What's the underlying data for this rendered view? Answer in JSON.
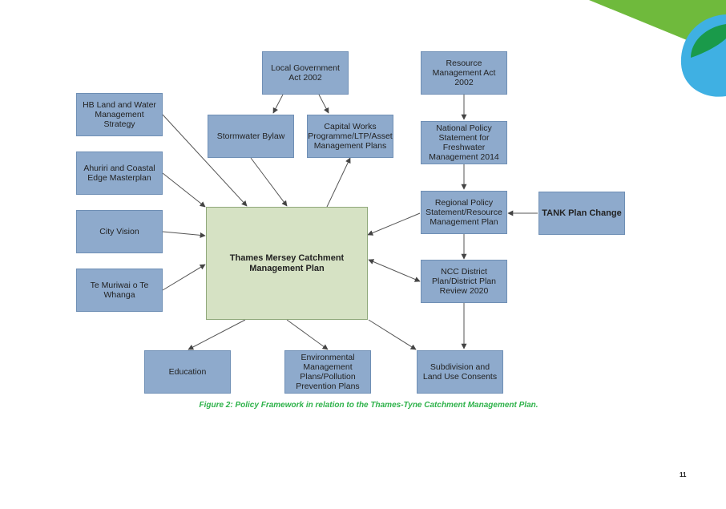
{
  "diagram": {
    "nodes": [
      {
        "id": "lga",
        "label": "Local Government Act 2002"
      },
      {
        "id": "rma",
        "label": "Resource Management Act 2002"
      },
      {
        "id": "hb",
        "label": "HB Land and Water Management Strategy"
      },
      {
        "id": "storm",
        "label": "Stormwater Bylaw"
      },
      {
        "id": "capital",
        "label": "Capital Works Programme/LTP/Asset Management Plans"
      },
      {
        "id": "nps",
        "label": "National Policy Statement for Freshwater Management 2014"
      },
      {
        "id": "ahuriri",
        "label": "Ahuriri and Coastal Edge Masterplan"
      },
      {
        "id": "rps",
        "label": "Regional Policy Statement/Resource Management Plan"
      },
      {
        "id": "tank",
        "label": "TANK Plan Change"
      },
      {
        "id": "city",
        "label": "City Vision"
      },
      {
        "id": "center",
        "label": "Thames Mersey Catchment Management Plan"
      },
      {
        "id": "ncc",
        "label": "NCC District Plan/District Plan Review 2020"
      },
      {
        "id": "temuriwai",
        "label": "Te Muriwai o Te Whanga"
      },
      {
        "id": "education",
        "label": "Education"
      },
      {
        "id": "env",
        "label": "Environmental Management Plans/Pollution Prevention Plans"
      },
      {
        "id": "subdiv",
        "label": "Subdivision and Land Use Consents"
      }
    ]
  },
  "caption": "Figure 2: Policy Framework in relation to the Thames-Tyne Catchment Management Plan.",
  "page_number": "11",
  "colors": {
    "box_fill": "#8eaacc",
    "center_fill": "#d6e2c4",
    "caption": "#2eb24a",
    "corner_green": "#6fba3c",
    "corner_blue": "#3fb0e3"
  }
}
